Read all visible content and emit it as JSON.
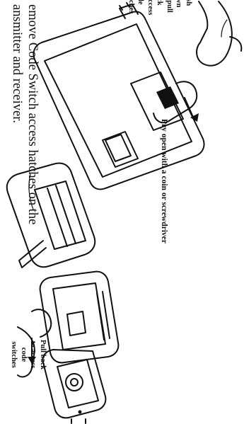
{
  "callouts": {
    "left": [
      "Push",
      "down",
      "nd pull",
      "back",
      "o access",
      "code",
      "witches"
    ],
    "right": [
      "Pull back",
      "to access",
      "code",
      "switches"
    ]
  },
  "pry_caption": "Pry open with a coin or screwdriver",
  "instruction": [
    "emove Code Switch access hatches on the",
    "ansmitter and receiver."
  ],
  "colors": {
    "ink": "#111111",
    "paper": "#ffffff"
  }
}
